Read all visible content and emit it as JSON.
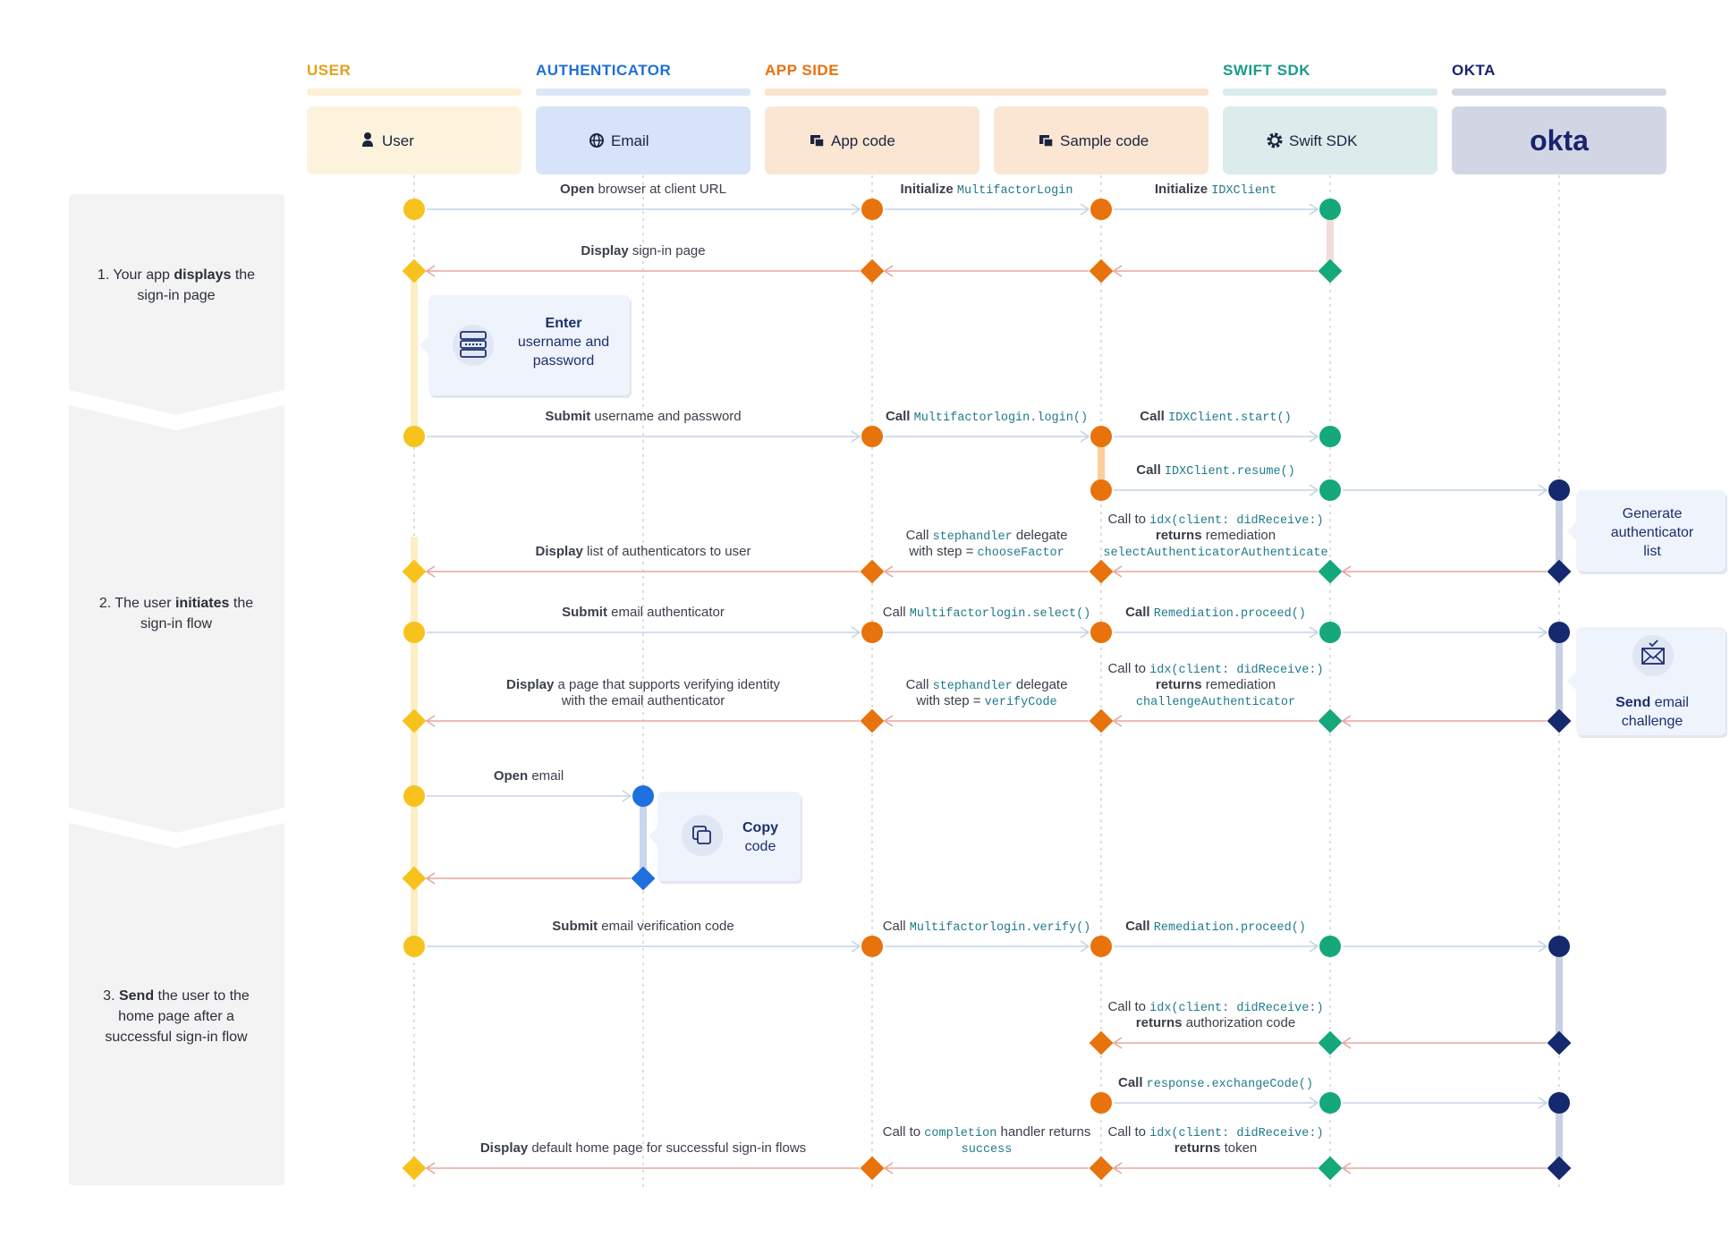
{
  "groups": [
    {
      "label": "USER",
      "color": "#e0a31a",
      "bar": "#fdf0d5",
      "from": 0,
      "to": 0
    },
    {
      "label": "AUTHENTICATOR",
      "color": "#1f6fd6",
      "bar": "#dbe6f7",
      "from": 1,
      "to": 1
    },
    {
      "label": "APP SIDE",
      "color": "#e8720c",
      "bar": "#fae3cf",
      "from": 2,
      "to": 3
    },
    {
      "label": "SWIFT SDK",
      "color": "#1b9a8a",
      "bar": "#d9ecee",
      "from": 4,
      "to": 4
    },
    {
      "label": "OKTA",
      "color": "#1a2270",
      "bar": "#d4d8e4",
      "from": 5,
      "to": 5
    }
  ],
  "participants": [
    {
      "label": "User",
      "icon": "person-icon",
      "bg": "#fdf3dc",
      "dot": "#f7c21c"
    },
    {
      "label": "Email",
      "icon": "globe-icon",
      "bg": "#d6e3f8",
      "dot": "#1f6fe0"
    },
    {
      "label": "App code",
      "icon": "app-window-icon",
      "bg": "#fae6d3",
      "dot": "#e8720c"
    },
    {
      "label": "Sample code",
      "icon": "app-window-icon",
      "bg": "#fae6d3",
      "dot": "#e8720c"
    },
    {
      "label": "Swift SDK",
      "icon": "gear-icon",
      "bg": "#dceced",
      "dot": "#14a87a"
    },
    {
      "label": "okta",
      "icon": "okta-logo",
      "bg": "#d2d6e4",
      "dot": "#15296e"
    }
  ],
  "steps": [
    {
      "lines": [
        [
          {
            "t": "1. ",
            "b": false
          },
          {
            "t": "Your app ",
            "b": false
          },
          {
            "t": "displays",
            "b": true
          },
          {
            "t": " the",
            "b": false
          }
        ],
        [
          {
            "t": "sign-in page",
            "b": false
          }
        ]
      ]
    },
    {
      "lines": [
        [
          {
            "t": "2. The user ",
            "b": false
          },
          {
            "t": "initiates",
            "b": true
          },
          {
            "t": " the",
            "b": false
          }
        ],
        [
          {
            "t": "sign-in flow",
            "b": false
          }
        ]
      ]
    },
    {
      "lines": [
        [
          {
            "t": "3. ",
            "b": false
          },
          {
            "t": "Send",
            "b": true
          },
          {
            "t": " the user to the",
            "b": false
          }
        ],
        [
          {
            "t": "home page after a",
            "b": false
          }
        ],
        [
          {
            "t": "successful sign-in flow",
            "b": false
          }
        ]
      ]
    }
  ],
  "messages": [
    {
      "from": 0,
      "to": 2,
      "row": 0,
      "lines": [
        [
          {
            "t": "Open",
            "s": "b"
          },
          {
            "t": " browser at client URL",
            "s": "n"
          }
        ]
      ]
    },
    {
      "from": 2,
      "to": 3,
      "row": 0,
      "lines": [
        [
          {
            "t": "Initialize ",
            "s": "b"
          },
          {
            "t": "MultifactorLogin",
            "s": "c"
          }
        ]
      ]
    },
    {
      "from": 3,
      "to": 4,
      "row": 0,
      "lines": [
        [
          {
            "t": "Initialize ",
            "s": "b"
          },
          {
            "t": "IDXClient",
            "s": "c"
          }
        ]
      ]
    },
    {
      "from": 2,
      "to": 0,
      "row": 1,
      "lines": [
        [
          {
            "t": "Display",
            "s": "b"
          },
          {
            "t": " sign-in page",
            "s": "n"
          }
        ]
      ]
    },
    {
      "from": 3,
      "to": 2,
      "row": 1,
      "lines": []
    },
    {
      "from": 4,
      "to": 3,
      "row": 1,
      "lines": []
    },
    {
      "from": 0,
      "to": 2,
      "row": 2,
      "lines": [
        [
          {
            "t": "Submit",
            "s": "b"
          },
          {
            "t": " username and password",
            "s": "n"
          }
        ]
      ]
    },
    {
      "from": 2,
      "to": 3,
      "row": 2,
      "lines": [
        [
          {
            "t": "Call ",
            "s": "b"
          },
          {
            "t": "Multifactorlogin.login()",
            "s": "c"
          }
        ]
      ]
    },
    {
      "from": 3,
      "to": 4,
      "row": 2,
      "lines": [
        [
          {
            "t": "Call ",
            "s": "b"
          },
          {
            "t": "IDXClient.start()",
            "s": "c"
          }
        ]
      ]
    },
    {
      "from": 3,
      "to": 4,
      "row": 3,
      "lines": [
        [
          {
            "t": "Call ",
            "s": "b"
          },
          {
            "t": "IDXClient.resume()",
            "s": "c"
          }
        ]
      ]
    },
    {
      "from": 4,
      "to": 5,
      "row": 3,
      "lines": []
    },
    {
      "from": 2,
      "to": 0,
      "row": 4,
      "lines": [
        [
          {
            "t": "Display",
            "s": "b"
          },
          {
            "t": " list of authenticators to user",
            "s": "n"
          }
        ]
      ]
    },
    {
      "from": 3,
      "to": 2,
      "row": 4,
      "lines": [
        [
          {
            "t": "Call ",
            "s": "n"
          },
          {
            "t": "stephandler",
            "s": "c"
          },
          {
            "t": " delegate",
            "s": "n"
          }
        ],
        [
          {
            "t": "with step = ",
            "s": "n"
          },
          {
            "t": "chooseFactor",
            "s": "c"
          }
        ]
      ]
    },
    {
      "from": 4,
      "to": 3,
      "row": 4,
      "lines": [
        [
          {
            "t": "Call to ",
            "s": "n"
          },
          {
            "t": "idx(client: didReceive:)",
            "s": "c"
          }
        ],
        [
          {
            "t": "returns",
            "s": "b"
          },
          {
            "t": " remediation",
            "s": "n"
          }
        ],
        [
          {
            "t": "selectAuthenticatorAuthenticate",
            "s": "c"
          }
        ]
      ]
    },
    {
      "from": 5,
      "to": 4,
      "row": 4,
      "lines": []
    },
    {
      "from": 0,
      "to": 2,
      "row": 5,
      "lines": [
        [
          {
            "t": "Submit",
            "s": "b"
          },
          {
            "t": " email authenticator",
            "s": "n"
          }
        ]
      ]
    },
    {
      "from": 2,
      "to": 3,
      "row": 5,
      "lines": [
        [
          {
            "t": "Call ",
            "s": "n"
          },
          {
            "t": "Multifactorlogin.select()",
            "s": "c"
          }
        ]
      ]
    },
    {
      "from": 3,
      "to": 4,
      "row": 5,
      "lines": [
        [
          {
            "t": "Call ",
            "s": "b"
          },
          {
            "t": "Remediation.proceed()",
            "s": "c"
          }
        ]
      ]
    },
    {
      "from": 4,
      "to": 5,
      "row": 5,
      "lines": []
    },
    {
      "from": 2,
      "to": 0,
      "row": 6,
      "lines": [
        [
          {
            "t": "Display",
            "s": "b"
          },
          {
            "t": " a page that supports verifying identity",
            "s": "n"
          }
        ],
        [
          {
            "t": "with the email authenticator",
            "s": "n"
          }
        ]
      ]
    },
    {
      "from": 3,
      "to": 2,
      "row": 6,
      "lines": [
        [
          {
            "t": "Call ",
            "s": "n"
          },
          {
            "t": "stephandler",
            "s": "c"
          },
          {
            "t": " delegate",
            "s": "n"
          }
        ],
        [
          {
            "t": "with step = ",
            "s": "n"
          },
          {
            "t": "verifyCode",
            "s": "c"
          }
        ]
      ]
    },
    {
      "from": 4,
      "to": 3,
      "row": 6,
      "lines": [
        [
          {
            "t": "Call to ",
            "s": "n"
          },
          {
            "t": "idx(client: didReceive:)",
            "s": "c"
          }
        ],
        [
          {
            "t": "returns",
            "s": "b"
          },
          {
            "t": " remediation",
            "s": "n"
          }
        ],
        [
          {
            "t": "challengeAuthenticator",
            "s": "c"
          }
        ]
      ]
    },
    {
      "from": 5,
      "to": 4,
      "row": 6,
      "lines": []
    },
    {
      "from": 0,
      "to": 1,
      "row": 7,
      "lines": [
        [
          {
            "t": "Open",
            "s": "b"
          },
          {
            "t": " email",
            "s": "n"
          }
        ]
      ]
    },
    {
      "from": 1,
      "to": 0,
      "row": 8,
      "lines": []
    },
    {
      "from": 0,
      "to": 2,
      "row": 9,
      "lines": [
        [
          {
            "t": "Submit",
            "s": "b"
          },
          {
            "t": " email verification code",
            "s": "n"
          }
        ]
      ]
    },
    {
      "from": 2,
      "to": 3,
      "row": 9,
      "lines": [
        [
          {
            "t": "Call ",
            "s": "n"
          },
          {
            "t": "Multifactorlogin.verify()",
            "s": "c"
          }
        ]
      ]
    },
    {
      "from": 3,
      "to": 4,
      "row": 9,
      "lines": [
        [
          {
            "t": "Call ",
            "s": "b"
          },
          {
            "t": "Remediation.proceed()",
            "s": "c"
          }
        ]
      ]
    },
    {
      "from": 4,
      "to": 5,
      "row": 9,
      "lines": []
    },
    {
      "from": 4,
      "to": 3,
      "row": 10,
      "lines": [
        [
          {
            "t": "Call to ",
            "s": "n"
          },
          {
            "t": "idx(client: didReceive:)",
            "s": "c"
          }
        ],
        [
          {
            "t": "returns",
            "s": "b"
          },
          {
            "t": " authorization code",
            "s": "n"
          }
        ]
      ]
    },
    {
      "from": 5,
      "to": 4,
      "row": 10,
      "lines": []
    },
    {
      "from": 3,
      "to": 4,
      "row": 11,
      "lines": [
        [
          {
            "t": "Call ",
            "s": "b"
          },
          {
            "t": "response.exchangeCode()",
            "s": "c"
          }
        ]
      ]
    },
    {
      "from": 4,
      "to": 5,
      "row": 11,
      "lines": []
    },
    {
      "from": 2,
      "to": 0,
      "row": 12,
      "lines": [
        [
          {
            "t": "Display",
            "s": "b"
          },
          {
            "t": " default home page for successful sign-in flows",
            "s": "n"
          }
        ]
      ]
    },
    {
      "from": 3,
      "to": 2,
      "row": 12,
      "lines": [
        [
          {
            "t": "Call to ",
            "s": "n"
          },
          {
            "t": "completion",
            "s": "c"
          },
          {
            "t": " handler returns",
            "s": "n"
          }
        ],
        [
          {
            "t": "success",
            "s": "c"
          }
        ]
      ]
    },
    {
      "from": 4,
      "to": 3,
      "row": 12,
      "lines": [
        [
          {
            "t": "Call to ",
            "s": "n"
          },
          {
            "t": "idx(client: didReceive:)",
            "s": "c"
          }
        ],
        [
          {
            "t": "returns",
            "s": "b"
          },
          {
            "t": " token",
            "s": "n"
          }
        ]
      ]
    },
    {
      "from": 5,
      "to": 4,
      "row": 12,
      "lines": []
    }
  ],
  "notes": [
    {
      "icon": "password-field-icon",
      "lines": [
        [
          {
            "t": "Enter",
            "b": true
          }
        ],
        [
          {
            "t": "username and",
            "b": false
          }
        ],
        [
          {
            "t": "password",
            "b": false
          }
        ]
      ]
    },
    {
      "icon": "authenticator-list-icon",
      "lines": [
        [
          {
            "t": "Generate",
            "b": false
          }
        ],
        [
          {
            "t": "authenticator",
            "b": false
          }
        ],
        [
          {
            "t": "list",
            "b": false
          }
        ]
      ]
    },
    {
      "icon": "email-check-icon",
      "lines": [
        [
          {
            "t": "Send",
            "b": true
          },
          {
            "t": " email",
            "b": false
          }
        ],
        [
          {
            "t": "challenge",
            "b": false
          }
        ]
      ]
    },
    {
      "icon": "copy-icon",
      "lines": [
        [
          {
            "t": "Copy",
            "b": true
          }
        ],
        [
          {
            "t": "code",
            "b": false
          }
        ]
      ]
    }
  ]
}
